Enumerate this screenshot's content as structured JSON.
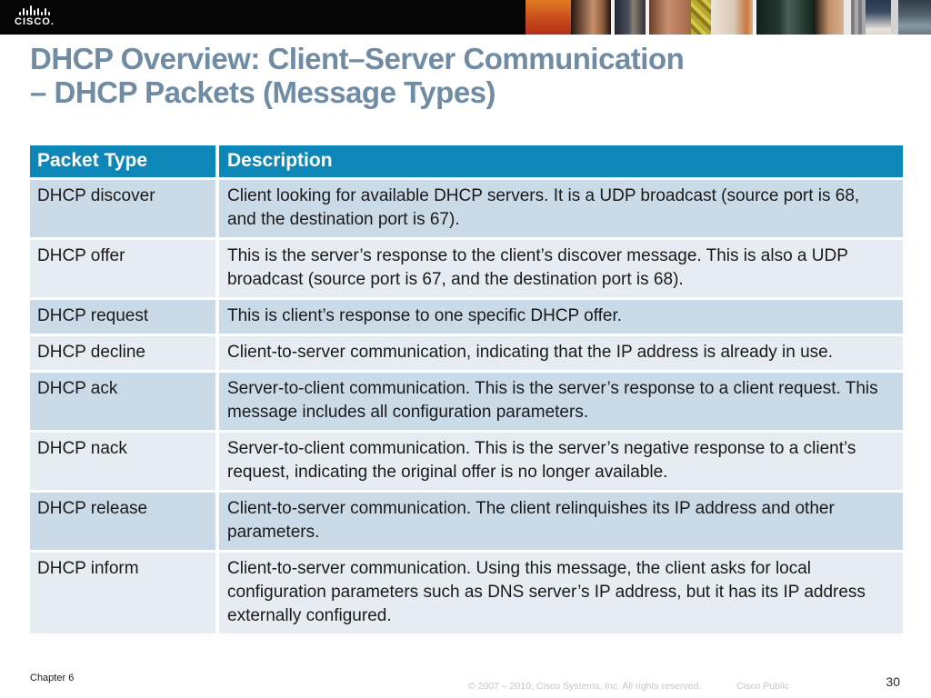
{
  "banner": {
    "logo_text": "cisco"
  },
  "title": {
    "line1": "DHCP Overview: Client–Server Communication",
    "line2": "– DHCP Packets (Message Types)",
    "color": "#6f8ca4"
  },
  "table": {
    "headers": [
      "Packet Type",
      "Description"
    ],
    "rows": [
      {
        "type": "DHCP discover",
        "description": "Client looking for available DHCP servers. It is a UDP broadcast (source port is 68, and the destination port is 67)."
      },
      {
        "type": "DHCP offer",
        "description": "This is the server’s response to the client’s discover message. This is also a UDP broadcast (source port is 67, and the destination port is 68)."
      },
      {
        "type": "DHCP request",
        "description": "This is client’s response to one specific DHCP offer."
      },
      {
        "type": "DHCP decline",
        "description": "Client-to-server communication, indicating that the IP address is already in use."
      },
      {
        "type": "DHCP ack",
        "description": "Server-to-client communication. This is the server’s response to a client request. This message includes all configuration parameters."
      },
      {
        "type": "DHCP nack",
        "description": "Server-to-client communication. This is the server’s negative response to a client’s request, indicating the original offer is no longer available."
      },
      {
        "type": "DHCP release",
        "description": "Client-to-server communication. The client relinquishes its IP address and other parameters."
      },
      {
        "type": "DHCP inform",
        "description": "Client-to-server communication. Using this message, the client asks for local configuration parameters such as DNS server’s IP address, but it has its IP address externally configured."
      }
    ],
    "colors": {
      "header_bg": "#0d87b7",
      "row_dark": "#cadbe7",
      "row_light": "#e6ecf1"
    }
  },
  "footer": {
    "chapter": "Chapter 6",
    "copyright": "© 2007 – 2010, Cisco Systems, Inc. All rights reserved.",
    "classification": "Cisco Public",
    "page_number": "30"
  }
}
